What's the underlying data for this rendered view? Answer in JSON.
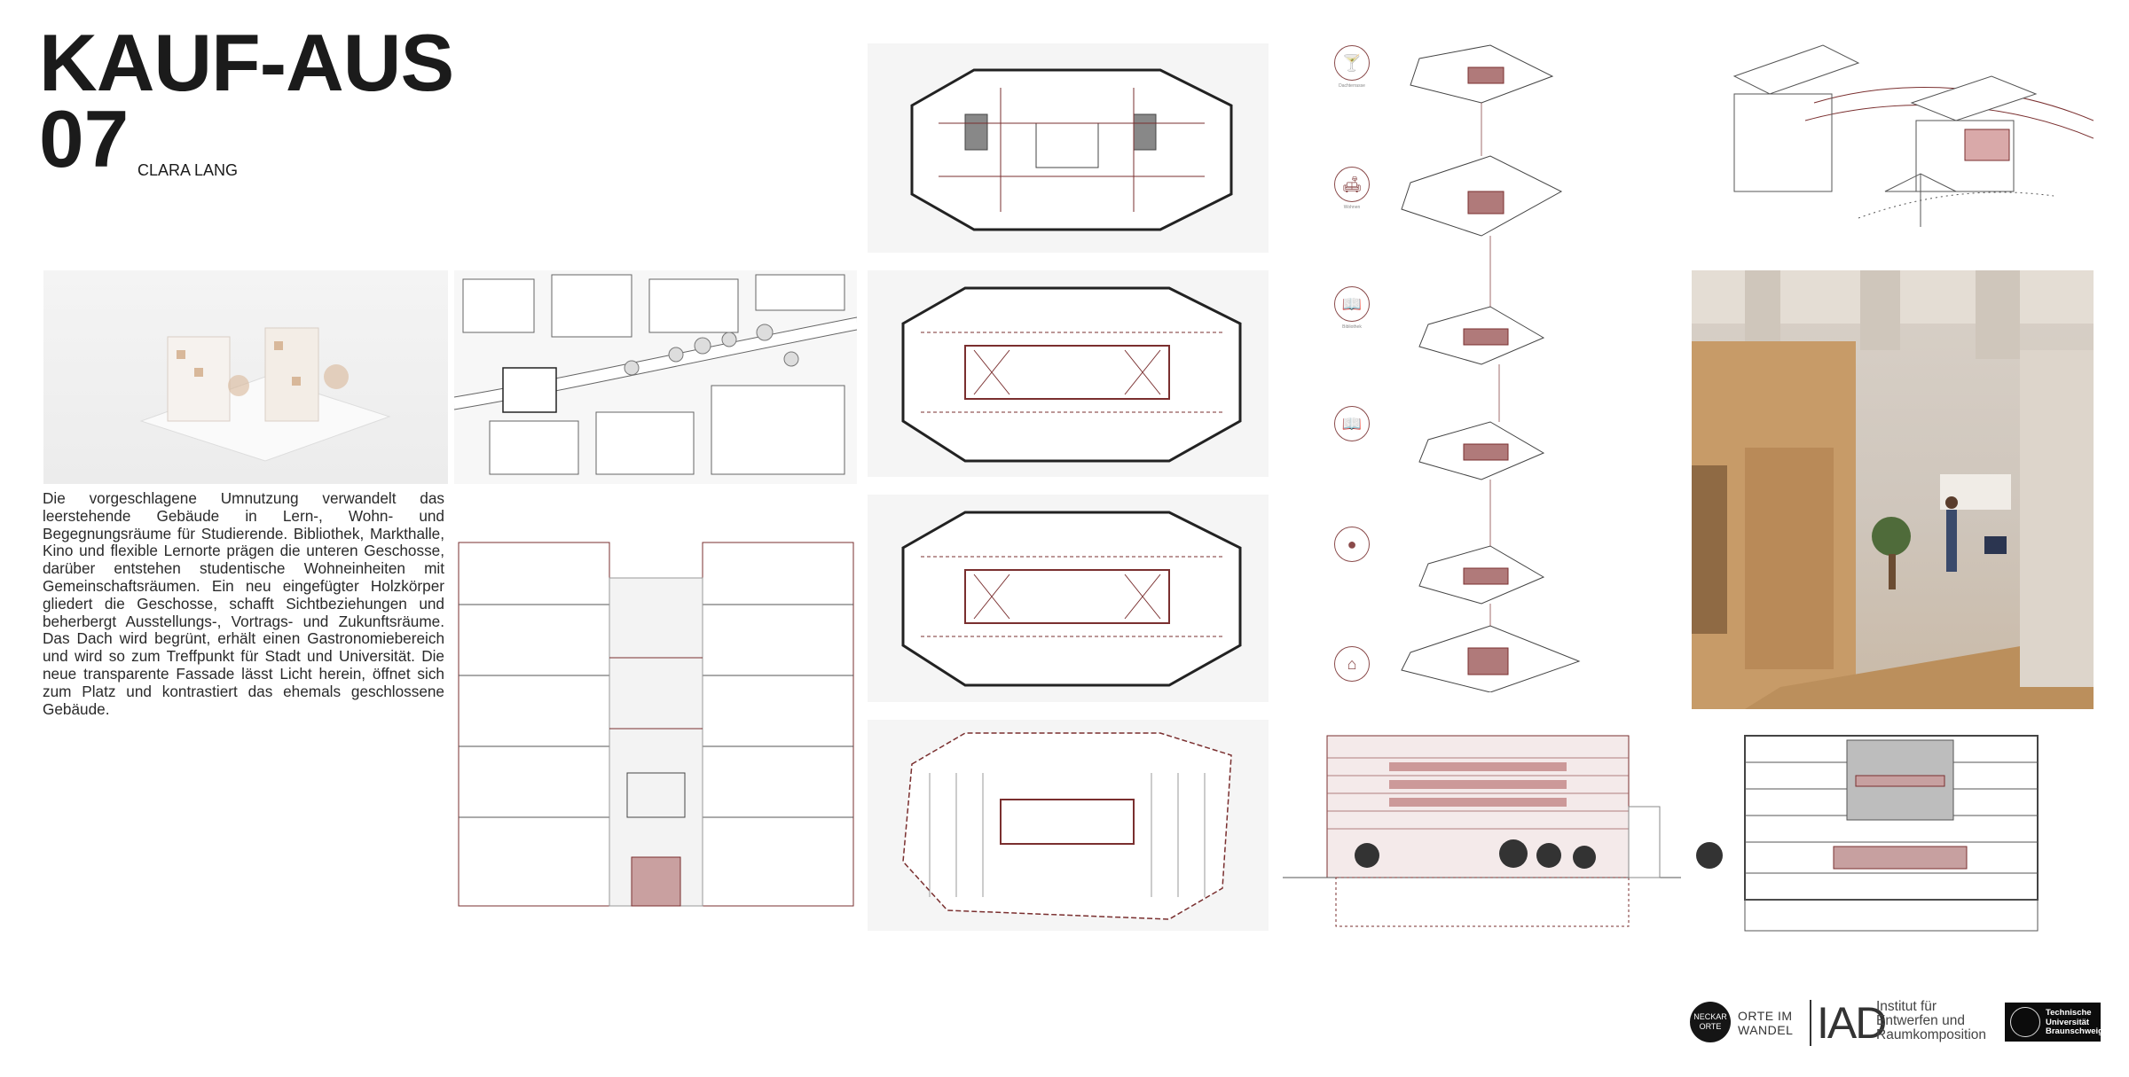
{
  "header": {
    "title": "KAUF-AUS",
    "number": "07",
    "author": "CLARA LANG"
  },
  "description": "Die vorgeschlagene Umnutzung verwandelt das leerstehende Gebäude in Lern-, Wohn- und Begegnungsräume für Studierende. Bibliothek, Markthalle, Kino und flexible Lernorte prägen die unteren Geschosse, darüber entstehen studentische Wohneinheiten mit Gemeinschaftsräumen. Ein neu eingefügter Holzkörper gliedert die Geschosse, schafft Sichtbeziehungen und beherbergt Ausstellungs-, Vortrags- und Zukunftsräume. Das Dach wird begrünt, erhält einen Gastronomiebereich und wird so zum Treffpunkt für Stadt und Universität. Die neue transparente Fassade lässt Licht herein, öffnet sich zum Platz und kontrastiert das ehemals geschlossene Gebäude.",
  "axonometric_icons": [
    {
      "icon": "cocktail-glass-icon",
      "label": "Dachterrasse"
    },
    {
      "icon": "armchair-lamp-icon",
      "label": "Wohnen"
    },
    {
      "icon": "book-search-icon",
      "label": "Bibliothek"
    },
    {
      "icon": "book-search-icon",
      "label": ""
    },
    {
      "icon": "apple-icon",
      "label": ""
    },
    {
      "icon": "market-icon",
      "label": ""
    }
  ],
  "logos": {
    "neckar": "NECKAR ORTE",
    "orte_line1": "ORTE IM",
    "orte_line2": "WANDEL",
    "iad": "IAD",
    "institute_line1": "Institut für",
    "institute_line2": "Entwerfen und",
    "institute_line3": "Raumkomposition",
    "tu_line1": "Technische",
    "tu_line2": "Universität",
    "tu_line3": "Braunschweig"
  },
  "colors": {
    "accent": "#8a3b3b",
    "text": "#1b1b1b"
  }
}
